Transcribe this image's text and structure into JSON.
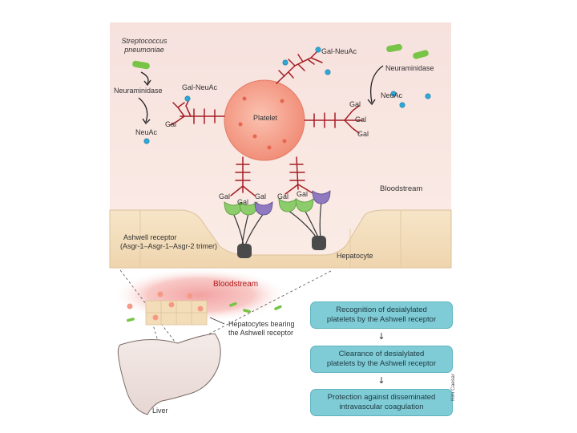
{
  "labels": {
    "pathogen": [
      "Streptococcus",
      "pneumoniae"
    ],
    "neuraminidase_left": "Neuraminidase",
    "neuac_left": "NeuAc",
    "gal_neuac_left": "Gal-NeuAc",
    "gal_left": "Gal",
    "platelet": "Platelet",
    "gal_neuac_top": "Gal-NeuAc",
    "neuraminidase_right": "Neuraminidase",
    "neuac_right": "NeuAc",
    "gal_right_1": "Gal",
    "gal_right_2": "Gal",
    "gal_right_3": "Gal",
    "bloodstream_top": "Bloodstream",
    "gal_b1": "Gal",
    "gal_b2": "Gal",
    "gal_b3": "Gal",
    "gal_b4": "Gal",
    "gal_b5": "Gal",
    "ashwell_receptor": "Ashwell receptor",
    "ashwell_trimer": "(Asgr-1–Asgr-1–Asgr-2 trimer)",
    "hepatocyte": "Hepatocyte",
    "bloodstream_lower": "Bloodstream",
    "hepatocytes_bearing": [
      "Hepatocytes bearing",
      "the Ashwell receptor"
    ],
    "liver": "Liver"
  },
  "flow": [
    [
      "Recognition of desialylated",
      "platelets by the Ashwell receptor"
    ],
    [
      "Clearance of desialylated",
      "platelets by the Ashwell receptor"
    ],
    [
      "Protection against disseminated",
      "intravascular coagulation"
    ]
  ],
  "flow_arrow": "↓",
  "credit": "Kim Caesar",
  "colors": {
    "platelet": "#f59a86",
    "glycan": "#a51e24",
    "sialic": "#2ea8d8",
    "bacteria": "#77c447",
    "receptor_green": "#8ccc6a",
    "receptor_purple": "#8f7ac0",
    "tissue": "#f3ddb8",
    "flow_box": "#7fcbd6"
  }
}
